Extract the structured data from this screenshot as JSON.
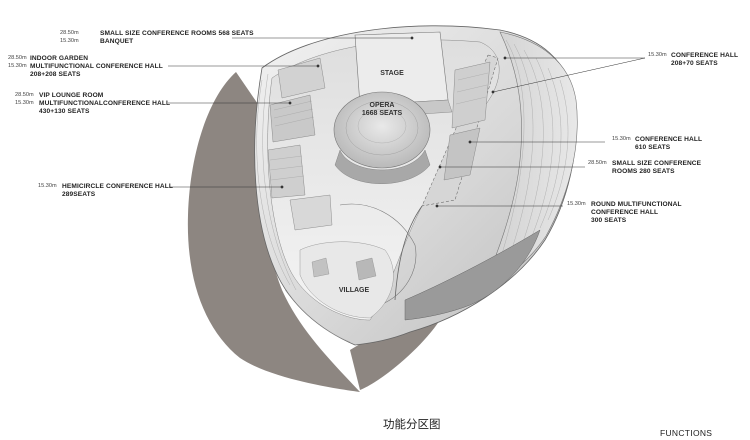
{
  "diagram": {
    "labels": [
      {
        "id": "small-size-conference-rooms-568",
        "elevations": [
          "28.50m",
          "15.30m"
        ],
        "lines": [
          "SMALL SIZE CONFERENCE ROOMS 568 SEATS",
          "BANQUET"
        ]
      },
      {
        "id": "indoor-garden-multifunctional-208",
        "elevations": [
          "28.50m",
          "15.30m"
        ],
        "lines": [
          "INDOOR GARDEN",
          "MULTIFUNCTIONAL CONFERENCE HALL",
          "208+208 SEATS"
        ]
      },
      {
        "id": "vip-lounge-multifunctional-430",
        "elevations": [
          "28.50m",
          "15.30m"
        ],
        "lines": [
          "VIP LOUNGE ROOM",
          "MULTIFUNCTIONALCONFERENCE HALL",
          "430+130 SEATS"
        ]
      },
      {
        "id": "hemicircle-conference-hall",
        "elevations": [
          "15.30m"
        ],
        "lines": [
          "HEMICIRCLE CONFERENCE HALL",
          "289SEATS"
        ]
      },
      {
        "id": "conference-hall-208-70",
        "elevations": [
          "15.30m"
        ],
        "lines": [
          "CONFERENCE HALL",
          "208+70 SEATS"
        ]
      },
      {
        "id": "conference-hall-610",
        "elevations": [
          "15.30m"
        ],
        "lines": [
          "CONFERENCE HALL",
          "610 SEATS"
        ]
      },
      {
        "id": "small-size-conference-rooms-280",
        "elevations": [
          "28.50m"
        ],
        "lines": [
          "SMALL SIZE CONFERENCE",
          "ROOMS 280 SEATS"
        ]
      },
      {
        "id": "round-multifunctional-300",
        "elevations": [
          "15.30m"
        ],
        "lines": [
          "ROUND MULTIFUNCTIONAL",
          "CONFERENCE HALL",
          "300 SEATS"
        ]
      }
    ],
    "model_labels": {
      "stage": "STAGE",
      "opera": [
        "OPERA",
        "1668 SEATS"
      ],
      "village": "VILLAGE"
    },
    "caption": "功能分区图",
    "footer": "FUNCTIONS"
  }
}
